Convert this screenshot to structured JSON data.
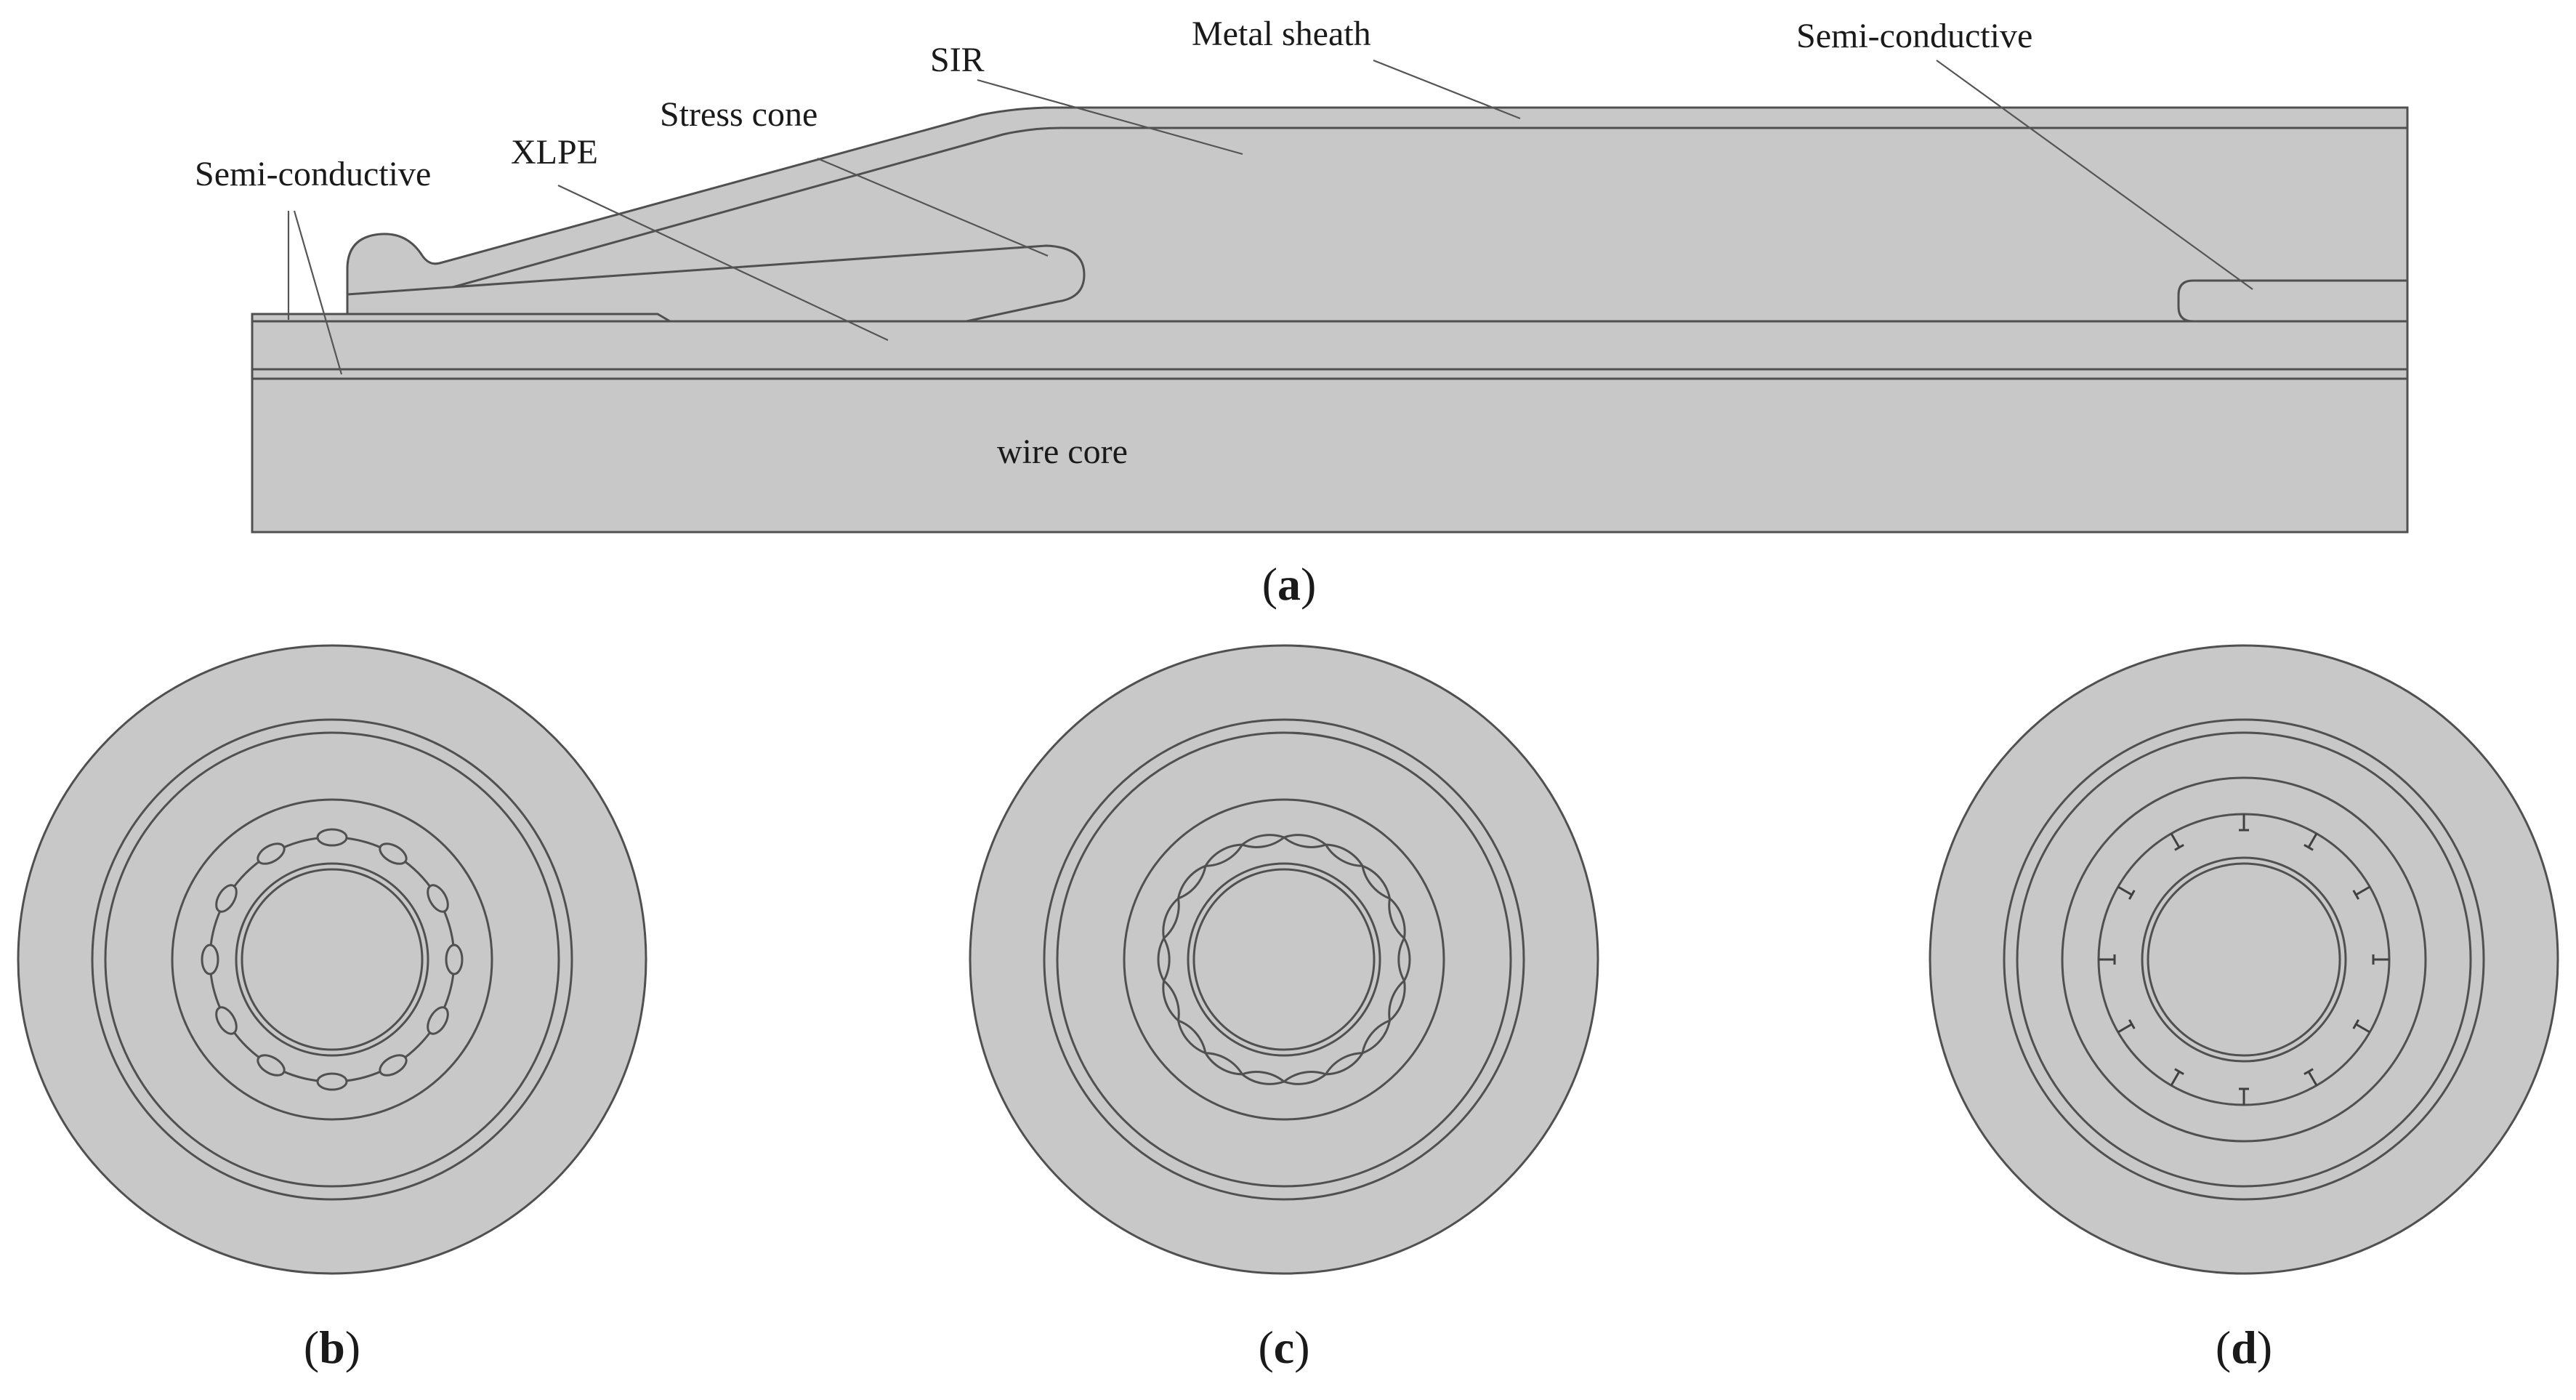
{
  "panel_a": {
    "labels": {
      "metal_sheath": "Metal sheath",
      "sir": "SIR",
      "semi_conductive_right": "Semi-conductive",
      "stress_cone": "Stress cone",
      "xlpe": "XLPE",
      "semi_conductive_left": "Semi-conductive",
      "wire_core": "wire core"
    },
    "caption": {
      "open": "(",
      "letter": "a",
      "close": ")"
    }
  },
  "panel_b": {
    "caption": {
      "open": "(",
      "letter": "b",
      "close": ")"
    }
  },
  "panel_c": {
    "caption": {
      "open": "(",
      "letter": "c",
      "close": ")"
    }
  },
  "panel_d": {
    "caption": {
      "open": "(",
      "letter": "d",
      "close": ")"
    }
  },
  "colors": {
    "fill": "#c8c8c8",
    "stroke": "#505050",
    "text": "#1a1a1a"
  }
}
